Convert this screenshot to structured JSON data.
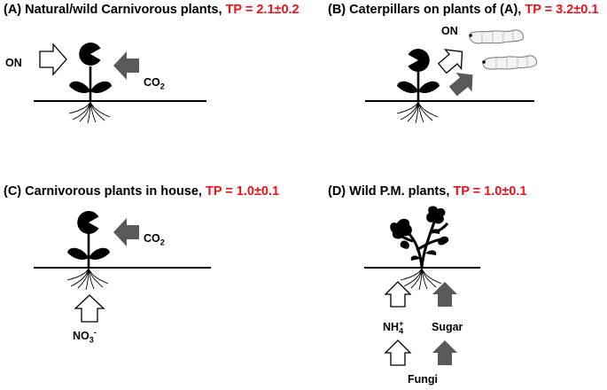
{
  "panels": {
    "a": {
      "title": "(A) Natural/wild Carnivorous plants, ",
      "tp": "TP = 2.1±0.2",
      "on_label": "ON",
      "co2_label": "CO",
      "co2_sub": "2"
    },
    "b": {
      "title": "(B) Caterpillars on plants of (A), ",
      "tp": "TP = 3.2±0.1",
      "on_label": "ON"
    },
    "c": {
      "title": "(C) Carnivorous plants in house, ",
      "tp": "TP = 1.0±0.1",
      "co2_label": "CO",
      "co2_sub": "2",
      "no3_label": "NO",
      "no3_sub": "3",
      "no3_sup": "-"
    },
    "d": {
      "title": "(D) Wild P.M. plants, ",
      "tp": "TP = 1.0±0.1",
      "nh4_label": "NH",
      "nh4_sub": "4",
      "nh4_sup": "+",
      "sugar_label": "Sugar",
      "fungi_label": "Fungi"
    }
  },
  "colors": {
    "tp_red": "#e8141b",
    "arrow_gray": "#595959",
    "ink": "#000000"
  }
}
